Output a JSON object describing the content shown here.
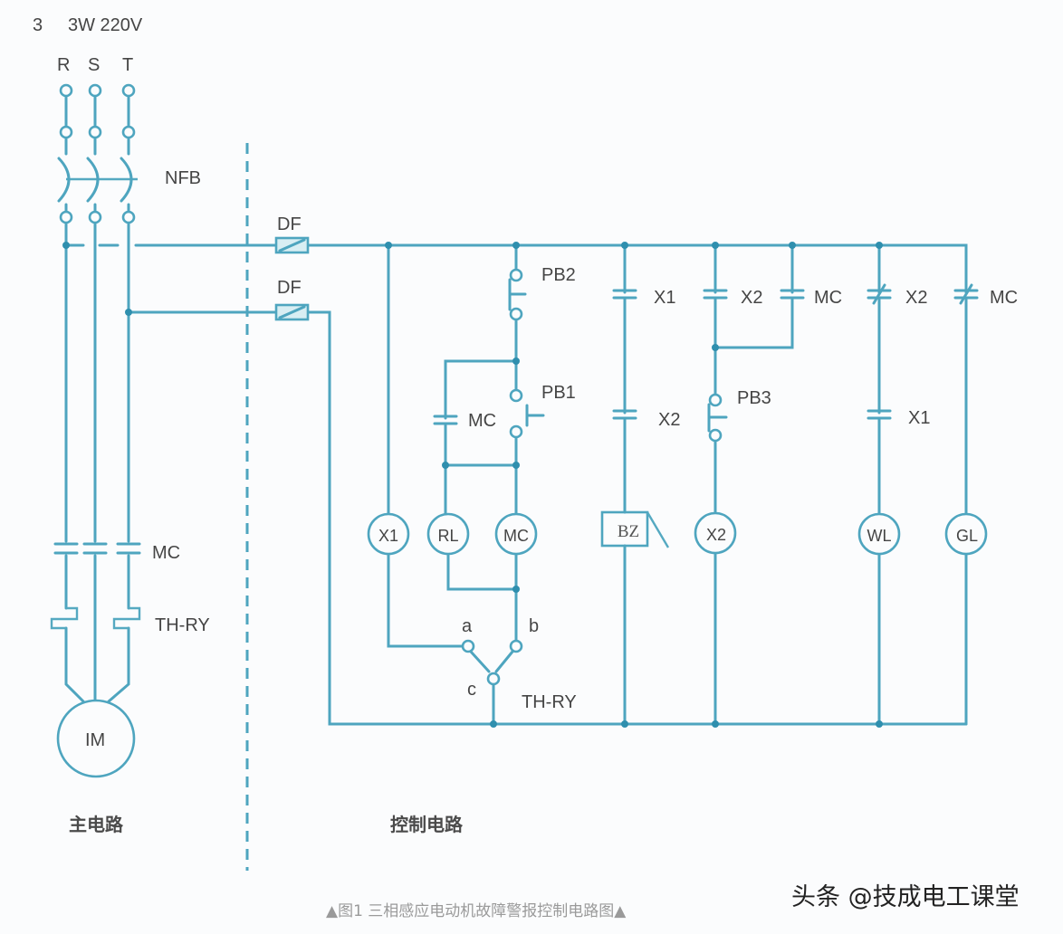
{
  "header": {
    "phase_label": "3",
    "supply_label": "3W 220V"
  },
  "phases": [
    "R",
    "S",
    "T"
  ],
  "main_circuit": {
    "breaker_label": "NFB",
    "contactor_label": "MC",
    "overload_label": "TH-RY",
    "motor_label": "IM",
    "section_title": "主电路"
  },
  "control_circuit": {
    "fuse_labels": [
      "DF",
      "DF"
    ],
    "section_title": "控制电路",
    "pushbuttons": {
      "stop": "PB2",
      "start": "PB1",
      "reset": "PB3"
    },
    "contacts": {
      "mc_hold": "MC",
      "bz_x1": "X1",
      "bz_x2": "X2",
      "x2_self": "X2",
      "x2_mc": "MC",
      "wl_x2_nc": "X2",
      "wl_x1": "X1",
      "gl_mc_nc": "MC"
    },
    "coils": [
      "X1",
      "RL",
      "MC",
      "BZ",
      "X2",
      "WL",
      "GL"
    ],
    "overload_switch": {
      "a": "a",
      "b": "b",
      "c": "c",
      "label": "TH-RY"
    }
  },
  "colors": {
    "wire": "#4ea5bf",
    "junction": "#2f8fae",
    "text": "#454545"
  },
  "caption": {
    "text": "▲图1 三相感应电动机故障警报控制电路图▲"
  },
  "watermark": {
    "text": "头条 @技成电工课堂"
  }
}
